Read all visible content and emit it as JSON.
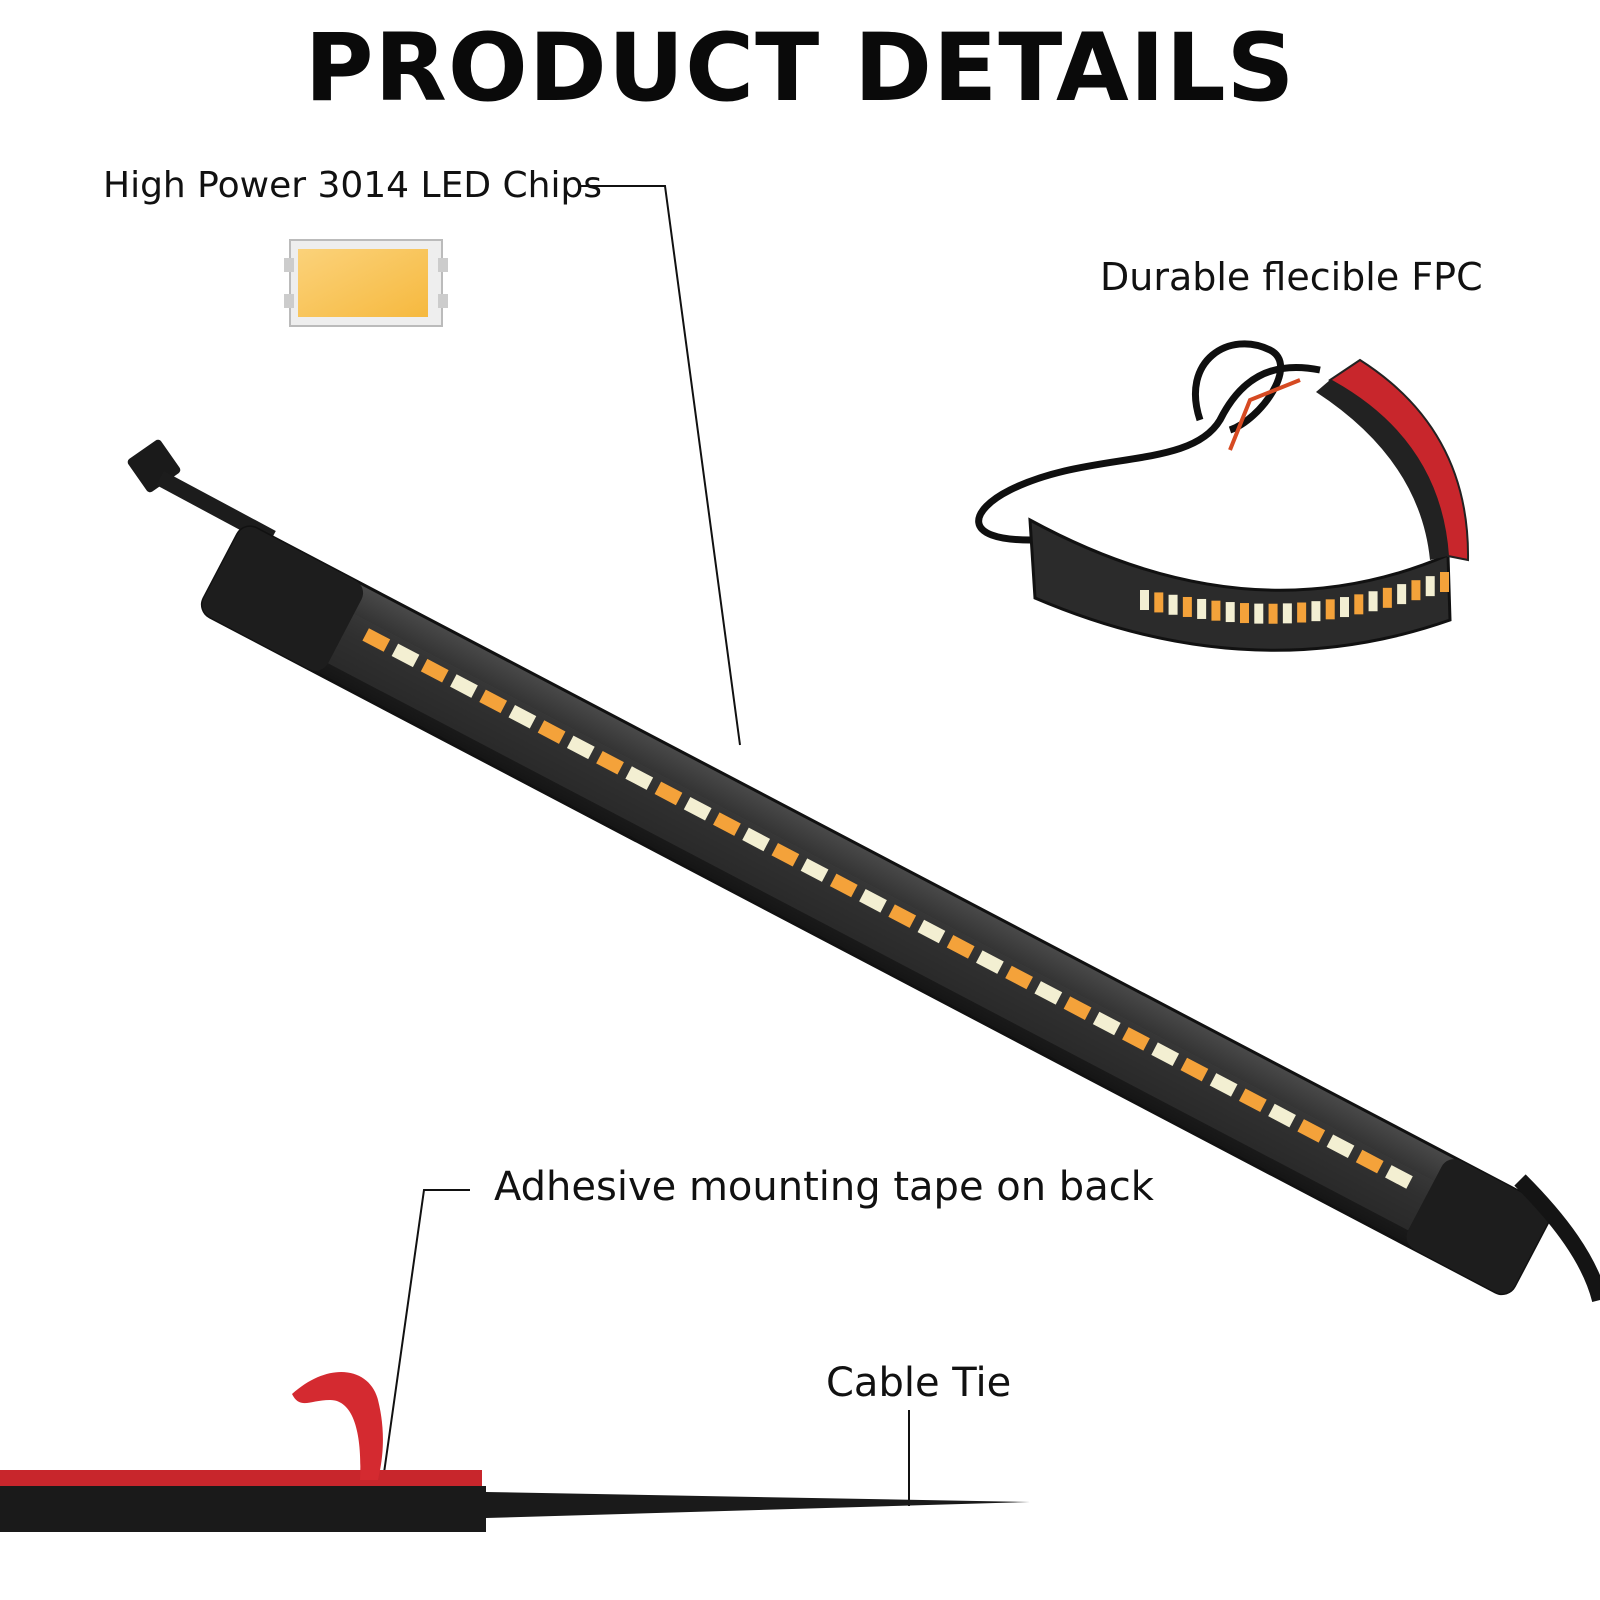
{
  "title": "PRODUCT DETAILS",
  "callouts": {
    "chips": "High Power 3014 LED Chips",
    "fpc": "Durable flecible FPC",
    "tape": "Adhesive mounting tape on back",
    "tie": "Cable Tie"
  },
  "colors": {
    "amber_led": "#f4a23a",
    "white_led": "#f3efd2",
    "housing": "#2a2a2a",
    "tape_red": "#c8262c",
    "chip_yellow": "#f9c65a"
  }
}
